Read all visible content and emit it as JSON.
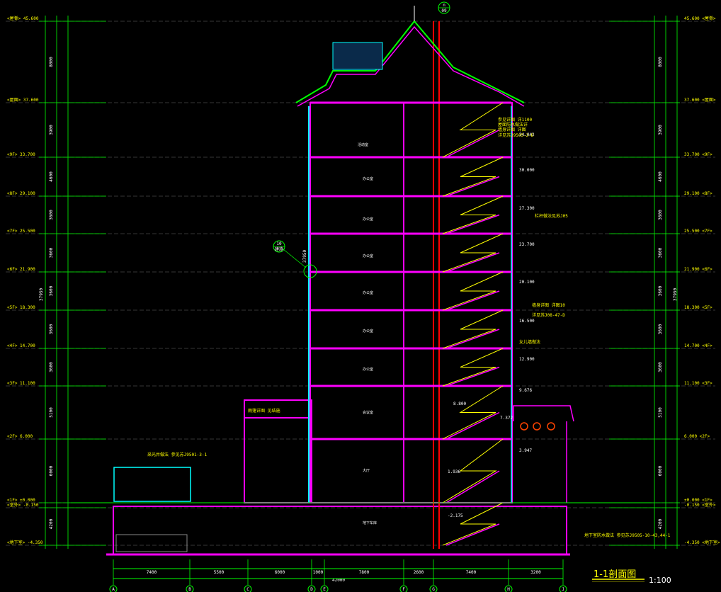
{
  "drawing": {
    "title": "1-1剖面图",
    "scale": "1:100",
    "total_dimension": "42000",
    "overall_height": "37950"
  },
  "levels": [
    {
      "label": "45.600",
      "floor": "屋脊"
    },
    {
      "label": "37.600",
      "floor": "屋面"
    },
    {
      "label": "33.700",
      "floor": "9F"
    },
    {
      "label": "29.100",
      "floor": "8F"
    },
    {
      "label": "25.500",
      "floor": "7F"
    },
    {
      "label": "21.900",
      "floor": "6F"
    },
    {
      "label": "18.300",
      "floor": "5F"
    },
    {
      "label": "14.700",
      "floor": "4F"
    },
    {
      "label": "11.100",
      "floor": "3F"
    },
    {
      "label": "6.000",
      "floor": "2F"
    },
    {
      "label": "±0.000",
      "floor": "1F"
    },
    {
      "label": "-0.150",
      "floor": "室外"
    },
    {
      "label": "-4.350",
      "floor": "地下室"
    }
  ],
  "left_story_dims": [
    "8000",
    "3900",
    "4600",
    "3600",
    "3600",
    "3600",
    "3600",
    "3600",
    "5100",
    "6000",
    "4200"
  ],
  "right_story_dims": [
    "8000",
    "3900",
    "4600",
    "3600",
    "3600",
    "3600",
    "3600",
    "3600",
    "5100",
    "6000",
    "4200"
  ],
  "bottom_dims": [
    "7400",
    "5500",
    "6000",
    "1000",
    "7800",
    "2600",
    "7400",
    "3200"
  ],
  "axis_labels": [
    "A",
    "B",
    "C",
    "D",
    "E",
    "F",
    "G",
    "H",
    "J"
  ],
  "stair_levels": [
    "34.042",
    "30.000",
    "27.300",
    "23.700",
    "20.100",
    "16.500",
    "12.900",
    "9.676",
    "8.800",
    "7.372",
    "3.947",
    "1.936",
    "-2.175"
  ],
  "rooms": [
    {
      "label": "活动室"
    },
    {
      "label": "办公室"
    },
    {
      "label": "办公室"
    },
    {
      "label": "办公室"
    },
    {
      "label": "办公室"
    },
    {
      "label": "办公室"
    },
    {
      "label": "办公室"
    },
    {
      "label": "会议室"
    },
    {
      "label": "大厅"
    },
    {
      "label": "地下车库"
    }
  ],
  "notes": [
    "参见详图 详1100",
    "屋面防水做法详",
    "墙身详图 详图",
    "详见苏J9505-2-D",
    "栏杆做法见苏J05",
    "墙身详图 详图10",
    "详见苏J08-47-D",
    "女儿墙做法",
    "采光井做法 参见苏J9501-3-1",
    "雨篷详图 见结施",
    "地下室防水做法 参见苏J9505-10-43,44-1"
  ],
  "callouts": [
    {
      "number": "n",
      "sheet": "09"
    },
    {
      "number": "10",
      "sheet": "建施"
    }
  ],
  "colors": {
    "wall": "#ff00ff",
    "level_line": "#00ff00",
    "stair": "#ffff00",
    "glass": "#00ffff",
    "column": "#ff0000",
    "roof": "#00ff00",
    "dim_text": "#ffffff",
    "note_text": "#ffff00",
    "grid": "#888888"
  }
}
